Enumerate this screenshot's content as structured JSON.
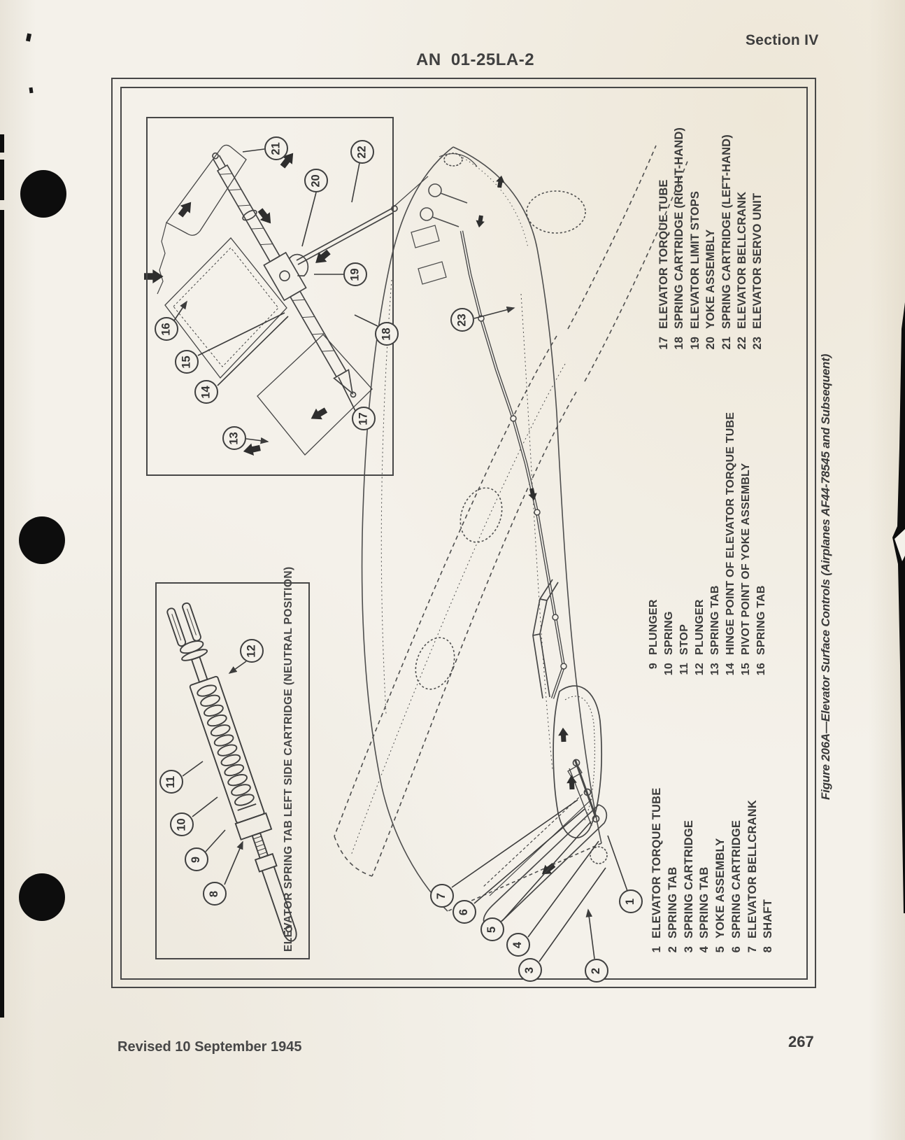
{
  "page": {
    "doc_number": "AN 01-25LA-2",
    "section_label": "Section IV",
    "revision_note": "Revised 10 September 1945",
    "page_number": "267"
  },
  "figure": {
    "caption": "Figure 206A—Elevator Surface Controls (Airplanes AF44-78545 and Subsequent)",
    "cartridge_inset_label": "ELEVATOR SPRING TAB LEFT SIDE CARTRIDGE (NEUTRAL POSITION)",
    "legend": {
      "group1": [
        {
          "num": "1",
          "label": "ELEVATOR TORQUE TUBE"
        },
        {
          "num": "2",
          "label": "SPRING TAB"
        },
        {
          "num": "3",
          "label": "SPRING CARTRIDGE"
        },
        {
          "num": "4",
          "label": "SPRING TAB"
        },
        {
          "num": "5",
          "label": "YOKE ASSEMBLY"
        },
        {
          "num": "6",
          "label": "SPRING CARTRIDGE"
        },
        {
          "num": "7",
          "label": "ELEVATOR BELLCRANK"
        },
        {
          "num": "8",
          "label": "SHAFT"
        }
      ],
      "group2": [
        {
          "num": "9",
          "label": "PLUNGER"
        },
        {
          "num": "10",
          "label": "SPRING"
        },
        {
          "num": "11",
          "label": "STOP"
        },
        {
          "num": "12",
          "label": "PLUNGER"
        },
        {
          "num": "13",
          "label": "SPRING TAB"
        },
        {
          "num": "14",
          "label": "HINGE POINT OF ELEVATOR TORQUE TUBE"
        },
        {
          "num": "15",
          "label": "PIVOT POINT OF YOKE ASSEMBLY"
        },
        {
          "num": "16",
          "label": "SPRING TAB"
        }
      ],
      "group3": [
        {
          "num": "17",
          "label": "ELEVATOR TORQUE TUBE"
        },
        {
          "num": "18",
          "label": "SPRING CARTRIDGE (RIGHT-HAND)"
        },
        {
          "num": "19",
          "label": "ELEVATOR LIMIT STOPS"
        },
        {
          "num": "20",
          "label": "YOKE ASSEMBLY"
        },
        {
          "num": "21",
          "label": "SPRING CARTRIDGE (LEFT-HAND)"
        },
        {
          "num": "22",
          "label": "ELEVATOR BELLCRANK"
        },
        {
          "num": "23",
          "label": "ELEVATOR SERVO UNIT"
        }
      ]
    },
    "callouts": {
      "c1": "1",
      "c2": "2",
      "c3": "3",
      "c4": "4",
      "c5": "5",
      "c6": "6",
      "c7": "7",
      "c8": "8",
      "c9": "9",
      "c10": "10",
      "c11": "11",
      "c12": "12",
      "c13": "13",
      "c14": "14",
      "c15": "15",
      "c16": "16",
      "c17": "17",
      "c18": "18",
      "c19": "19",
      "c20": "20",
      "c21": "21",
      "c22": "22",
      "c23": "23"
    }
  }
}
